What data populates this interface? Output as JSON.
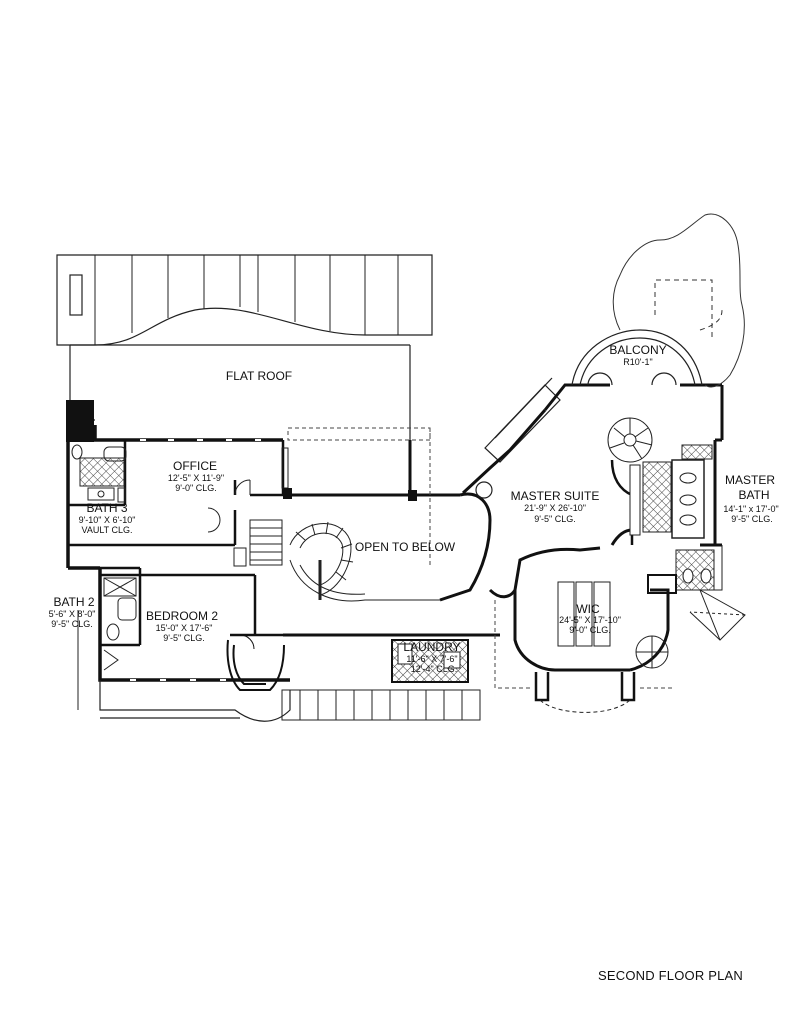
{
  "title": "SECOND FLOOR PLAN",
  "rooms": {
    "flat_roof": {
      "name": "FLAT ROOF"
    },
    "office": {
      "name": "OFFICE",
      "size": "12'-5\" X 11'-9\"",
      "clg": "9'-0\" CLG."
    },
    "bath3": {
      "name": "BATH 3",
      "size": "9'-10\" X 6'-10\"",
      "clg": "VAULT CLG."
    },
    "bath2": {
      "name": "BATH 2",
      "size": "5'-6\" X 8'-0\"",
      "clg": "9'-5\" CLG."
    },
    "bedroom2": {
      "name": "BEDROOM 2",
      "size": "15'-0\" X 17'-6\"",
      "clg": "9'-5\" CLG."
    },
    "open_below": {
      "name": "OPEN TO BELOW"
    },
    "master_suite": {
      "name": "MASTER SUITE",
      "size": "21'-9\" X 26'-10\"",
      "clg": "9'-5\" CLG."
    },
    "balcony": {
      "name": "BALCONY",
      "radius": "R10'-1\""
    },
    "master_bath": {
      "name1": "MASTER",
      "name2": "BATH",
      "size": "14'-1\" x 17'-0\"",
      "clg": "9'-5\" CLG."
    },
    "wic": {
      "name": "WIC",
      "size": "24'-5\" X 17'-10\"",
      "clg": "9'-0\" CLG."
    },
    "laundry": {
      "name": "LAUNDRY",
      "size": "11'-6\" X 7'-6\"",
      "clg": "12'-4\" CLG."
    }
  },
  "colors": {
    "line": "#111111",
    "hatch": "#555555",
    "background": "#ffffff"
  }
}
